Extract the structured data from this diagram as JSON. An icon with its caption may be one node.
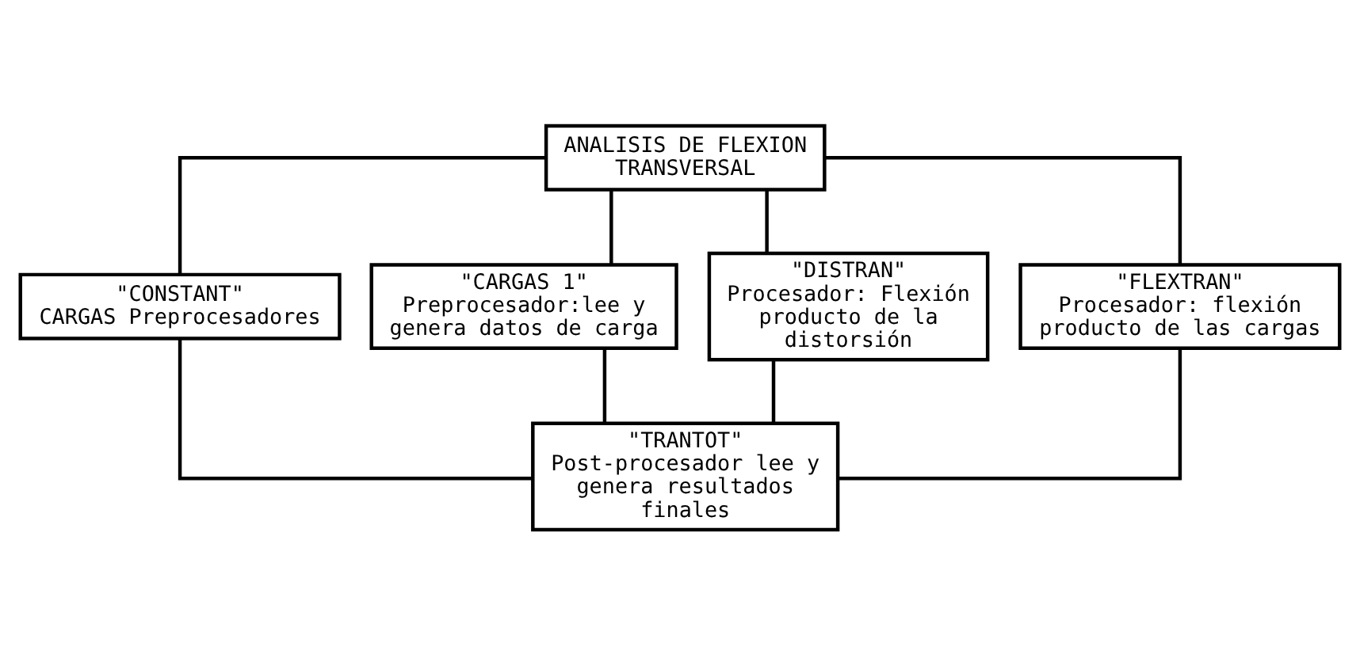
{
  "diagram": {
    "nodes": [
      {
        "text": [
          "ANALISIS DE FLEXION TRANSVERSAL"
        ]
      },
      {
        "text": [
          "\"CONSTANT\"",
          "CARGAS Preprocesadores"
        ]
      },
      {
        "text": [
          "\"CARGAS 1\"",
          "Preprocesador:lee y genera datos de carga"
        ]
      },
      {
        "text": [
          "\"DISTRAN\"",
          "Procesador: Flexión producto de la distorsión"
        ]
      },
      {
        "text": [
          "\"FLEXTRAN\"",
          "Procesador: flexión producto de las cargas"
        ]
      },
      {
        "text": [
          "\"TRANTOT\"",
          "Post-procesador lee y genera resultados finales"
        ]
      }
    ],
    "edges": [
      {
        "from": 0,
        "to": 1,
        "arrow": "none"
      },
      {
        "from": 0,
        "to": 2,
        "arrow": "none"
      },
      {
        "from": 0,
        "to": 3,
        "arrow": "none"
      },
      {
        "from": 0,
        "to": 4,
        "arrow": "none"
      },
      {
        "from": 1,
        "to": 5,
        "arrow": "none"
      },
      {
        "from": 2,
        "to": 5,
        "arrow": "none"
      },
      {
        "from": 3,
        "to": 5,
        "arrow": "none"
      },
      {
        "from": 4,
        "to": 5,
        "arrow": "none"
      }
    ]
  }
}
